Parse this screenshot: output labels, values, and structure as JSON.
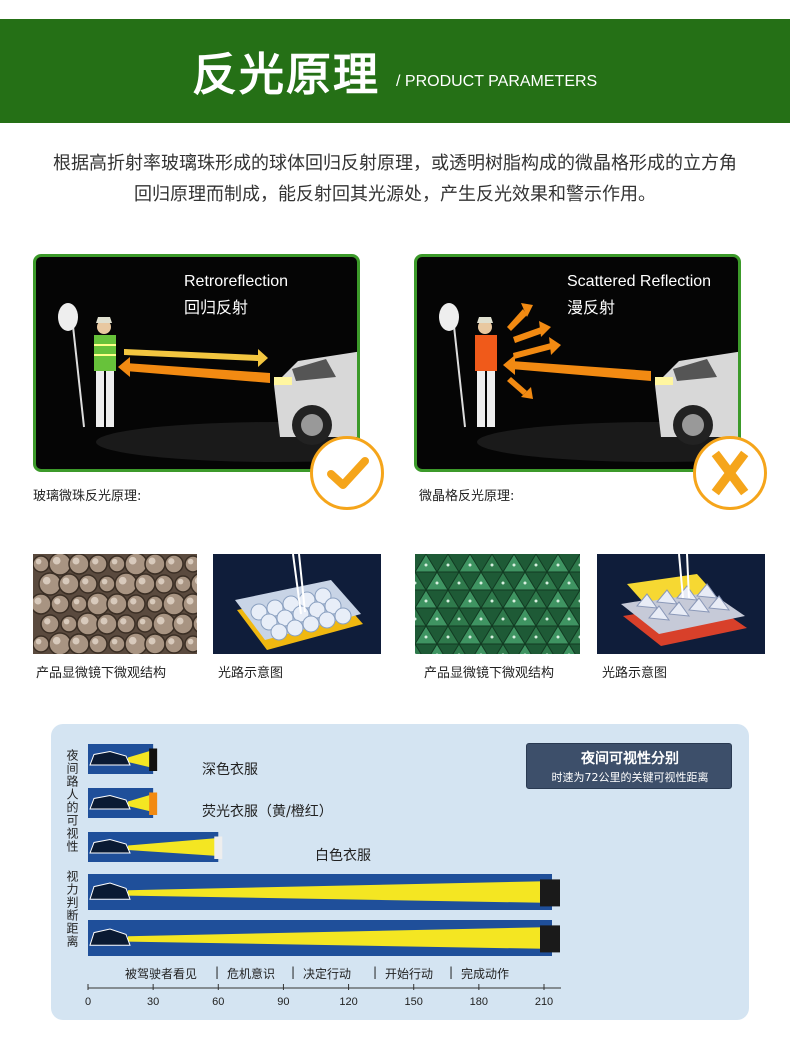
{
  "header": {
    "title": "反光原理",
    "subtitle": "/ PRODUCT PARAMETERS"
  },
  "intro": {
    "line1": "根据高折射率玻璃珠形成的球体回归反射原理，或透明树脂构成的微晶格形成的立方角",
    "line2": "回归原理而制成，能反射回其光源处，产生反光效果和警示作用。"
  },
  "panels": {
    "left": {
      "title_en": "Retroreflection",
      "title_cn": "回归反射",
      "caption": "玻璃微珠反光原理:",
      "badge_icon": "check-icon"
    },
    "right": {
      "title_en": "Scattered Reflection",
      "title_cn": "漫反射",
      "caption": "微晶格反光原理:",
      "badge_icon": "x-icon"
    }
  },
  "thumbnails": [
    {
      "caption": "产品显微镜下微观结构"
    },
    {
      "caption": "光路示意图"
    },
    {
      "caption": "产品显微镜下微观结构"
    },
    {
      "caption": "光路示意图"
    }
  ],
  "visibility": {
    "vertical_label_top": "夜间路人的可视性",
    "vertical_label_bottom": "视力判断距离",
    "legend_title": "夜间可视性分别",
    "legend_sub": "时速为72公里的关键可视性距离",
    "rows": [
      {
        "label": "深色衣服",
        "distance": 30
      },
      {
        "label": "荧光衣服（黄/橙红）",
        "distance": 30
      },
      {
        "label": "白色衣服",
        "distance": 60
      },
      {
        "label": "",
        "distance": 210
      },
      {
        "label": "",
        "distance": 210
      }
    ],
    "stages": [
      "被驾驶者看见",
      "危机意识",
      "决定行动",
      "开始行动",
      "完成动作"
    ],
    "ticks": [
      "0",
      "30",
      "60",
      "90",
      "120",
      "150",
      "180",
      "210"
    ],
    "colors": {
      "beam": "#f4e622",
      "road": "#1f4f9a",
      "panel": "#d4e4f2"
    }
  },
  "colors": {
    "accent_green": "#257016",
    "badge_orange": "#f5a51b"
  }
}
